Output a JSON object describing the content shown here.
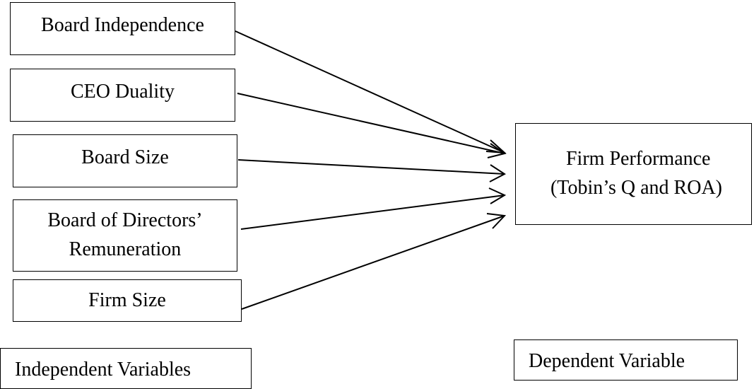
{
  "independent_variables": [
    {
      "lines": [
        "Board Independence"
      ]
    },
    {
      "lines": [
        "CEO Duality"
      ]
    },
    {
      "lines": [
        "Board Size"
      ]
    },
    {
      "lines": [
        "Board of Directors’",
        "Remuneration"
      ]
    },
    {
      "lines": [
        "Firm Size"
      ]
    }
  ],
  "dependent_variable": {
    "lines": [
      "Firm Performance",
      "(Tobin’s Q and ROA)"
    ]
  },
  "legend": {
    "independent": "Independent Variables",
    "dependent": "Dependent Variable"
  }
}
